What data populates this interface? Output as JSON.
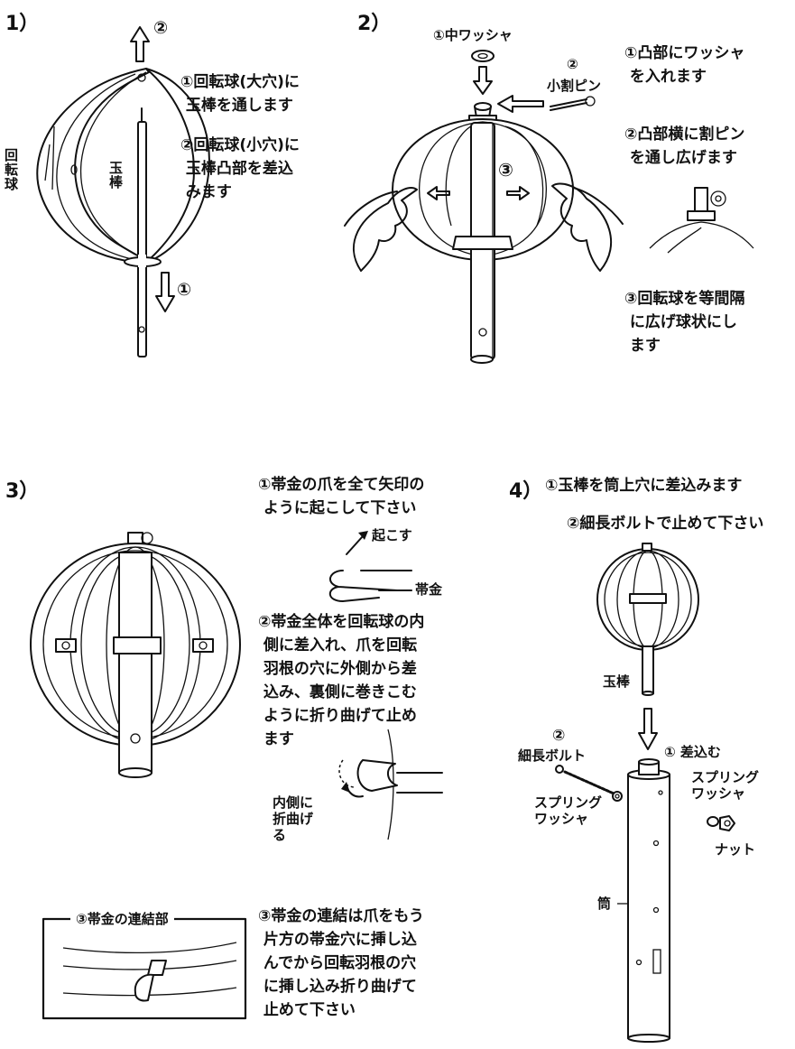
{
  "step1": {
    "num": "1）",
    "arrow2": "②",
    "arrow1": "①",
    "ball_label": "回転球",
    "pole_label": "玉棒",
    "text1": "①回転球(大穴)に\n 玉棒を通します",
    "text2": "②回転球(小穴)に\n 玉棒凸部を差込\n みます"
  },
  "step2": {
    "num": "2）",
    "washer_label": "①中ワッシャ",
    "pin_num": "②",
    "pin_label": "小割ピン",
    "spread_label": "③",
    "text1": "①凸部にワッシャ\n を入れます",
    "text2": "②凸部横に割ピン\n を通し広げます",
    "text3": "③回転球を等間隔\n に広げ球状にし\n ます"
  },
  "step3": {
    "num": "3）",
    "text1": "①帯金の爪を全て矢印の\n ように起こして下さい",
    "raise_label": "起こす",
    "band_label": "帯金",
    "text2": "②帯金全体を回転球の内\n 側に差入れ、爪を回転\n 羽根の穴に外側から差\n 込み、裏側に巻きこむ\n ように折り曲げて止め\n ます",
    "fold_label": "内側に\n折曲げ\nる",
    "joint_label": "③帯金の連結部",
    "text3": "③帯金の連結は爪をもう\n 片方の帯金穴に挿し込\n んでから回転羽根の穴\n に挿し込み折り曲げて\n 止めて下さい"
  },
  "step4": {
    "num": "4）",
    "text1": "①玉棒を筒上穴に差込みます",
    "text2": "②細長ボルトで止めて下さい",
    "pole_label": "玉棒",
    "bolt_num": "②",
    "bolt_label": "細長ボルト",
    "insert_label": "① 差込む",
    "spring_left": "スプリング\nワッシャ",
    "spring_right": "スプリング\nワッシャ",
    "nut_label": "ナット",
    "tube_label": "筒"
  }
}
